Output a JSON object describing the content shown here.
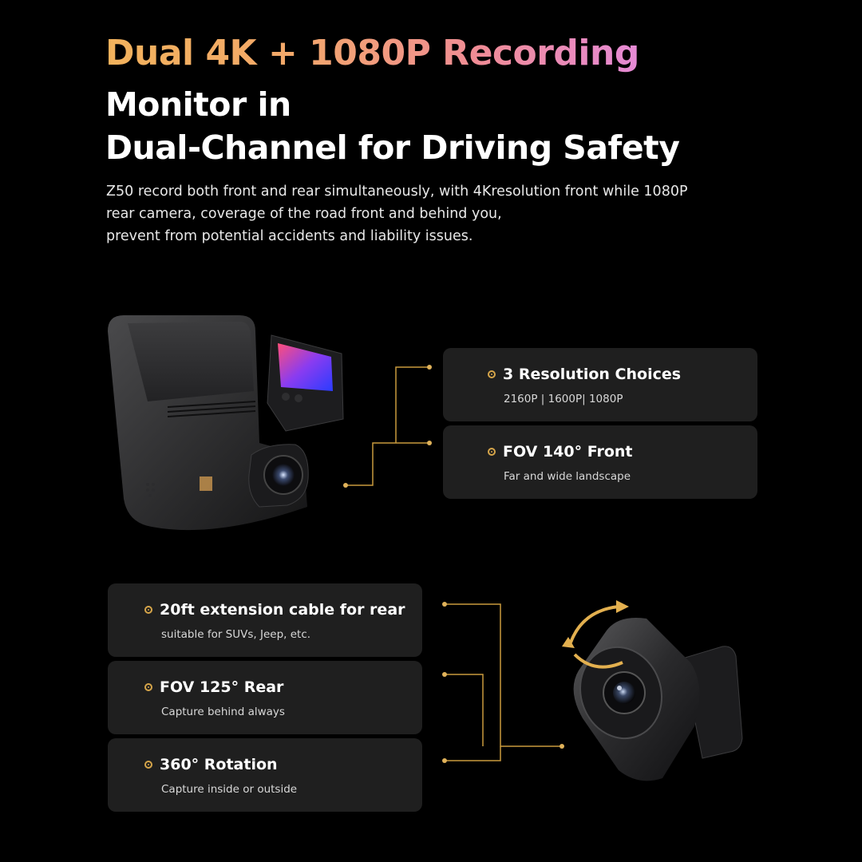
{
  "headline": "Dual 4K + 1080P Recording",
  "subtitle_line1": "Monitor in",
  "subtitle_line2": "Dual-Channel for Driving Safety",
  "description": [
    "Z50 record both front and rear simultaneously, with 4Kresolution front while 1080P",
    "rear camera,  coverage of the road front and behind you,",
    "prevent from potential accidents and liability issues."
  ],
  "front_features": [
    {
      "title": "3 Resolution Choices",
      "subtitle": "2160P | 1600P| 1080P"
    },
    {
      "title": "FOV 140°  Front",
      "subtitle": "Far and wide landscape"
    }
  ],
  "rear_features": [
    {
      "title": "20ft extension cable for rear",
      "subtitle": "suitable for SUVs, Jeep, etc."
    },
    {
      "title": "FOV 125° Rear",
      "subtitle": "Capture behind always"
    },
    {
      "title": "360° Rotation",
      "subtitle": "Capture inside or outside"
    }
  ],
  "colors": {
    "background": "#000000",
    "card": "#1f1f1f",
    "accent_gold": "#d6a54a",
    "headline_gradient": [
      "#f2b25c",
      "#e58ad6"
    ]
  },
  "icons": [
    "ring-bullet-icon",
    "rotation-arrows-icon"
  ]
}
